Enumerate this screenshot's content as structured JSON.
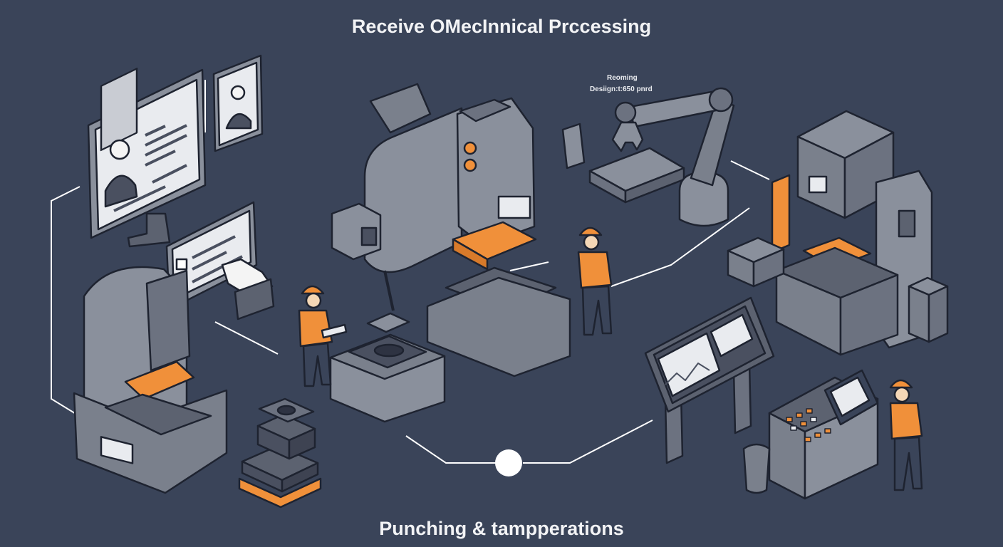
{
  "title": "Receive OMecInnical Prccessing",
  "caption": "Punching & tampperations",
  "annotation": {
    "line1": "Reoming",
    "line2": "Desiign:t:650 pnrd"
  },
  "colors": {
    "background": "#3a4459",
    "machine": "#8a909c",
    "machine_dark": "#5c6270",
    "accent_orange": "#f0903a",
    "outline": "#1e2330",
    "screen": "#e9ebef",
    "connector": "#ffffff"
  },
  "icons": [
    "person-photo-icon",
    "checkbox-icon",
    "pointing-hand-icon",
    "hard-hat-icon"
  ]
}
